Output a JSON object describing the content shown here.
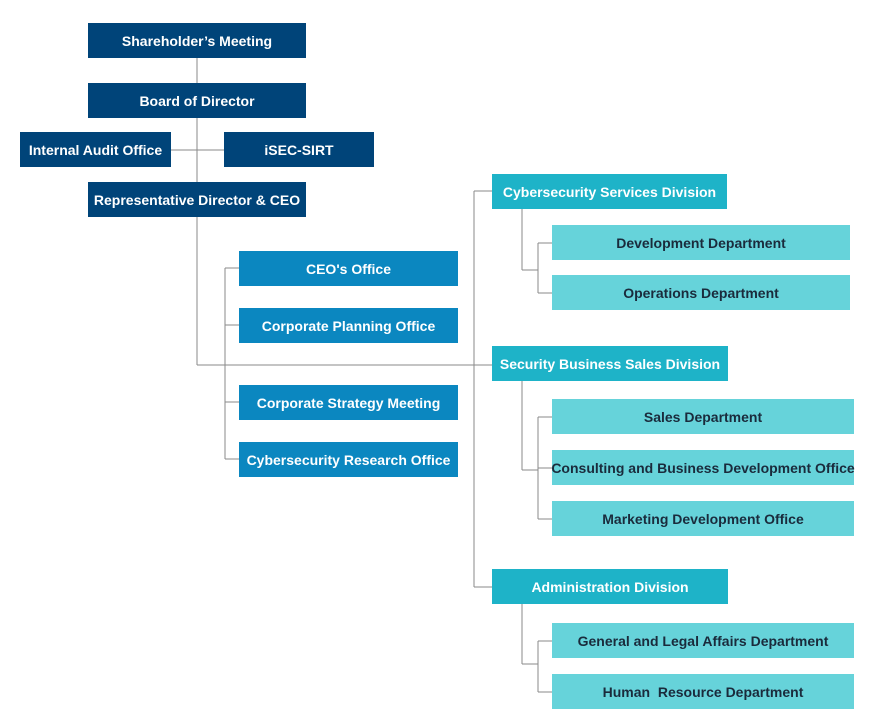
{
  "org_chart": {
    "top": {
      "shareholders_meeting": "Shareholder’s Meeting",
      "board_of_director": "Board of Director",
      "internal_audit_office": "Internal Audit Office",
      "isec_sirt": "iSEC-SIRT",
      "representative_director_ceo": "Representative Director & CEO"
    },
    "ceo_staff": [
      "CEO's Office",
      "Corporate Planning Office",
      "Corporate Strategy Meeting",
      "Cybersecurity Research Office"
    ],
    "divisions": [
      {
        "name": "Cybersecurity Services Division",
        "departments": [
          "Development Department",
          "Operations Department"
        ]
      },
      {
        "name": "Security Business Sales Division",
        "departments": [
          "Sales Department",
          "Consulting and Business Development Office",
          "Marketing Development Office"
        ]
      },
      {
        "name": "Administration Division",
        "departments": [
          "General and Legal Affairs Department",
          "Human  Resource Department"
        ]
      }
    ]
  },
  "colors": {
    "executive": "#004479",
    "staff_office": "#0b87c0",
    "division": "#1eb3c8",
    "department": "#66d3da",
    "connector": "#8a8a8a"
  }
}
